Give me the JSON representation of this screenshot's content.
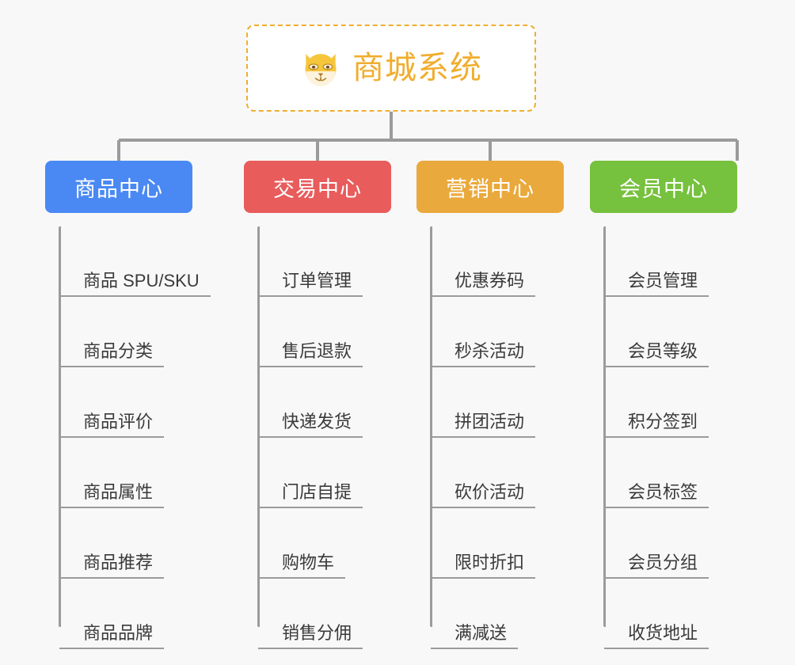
{
  "canvas": {
    "background_color": "#f8f8f8",
    "line_color": "#9b9b9b"
  },
  "root": {
    "title": "商城系统",
    "icon": "shiba-dog-face-icon",
    "text_color": "#f0ad2e",
    "border_color": "#f0ad2e",
    "background_color": "#ffffff"
  },
  "branches": [
    {
      "id": "product-center",
      "label": "商品中心",
      "color": "#4a89f3",
      "items": [
        "商品 SPU/SKU",
        "商品分类",
        "商品评价",
        "商品属性",
        "商品推荐",
        "商品品牌"
      ]
    },
    {
      "id": "trade-center",
      "label": "交易中心",
      "color": "#e85c5c",
      "items": [
        "订单管理",
        "售后退款",
        "快递发货",
        "门店自提",
        "购物车",
        "销售分佣"
      ]
    },
    {
      "id": "marketing-center",
      "label": "营销中心",
      "color": "#eaa93c",
      "items": [
        "优惠券码",
        "秒杀活动",
        "拼团活动",
        "砍价活动",
        "限时折扣",
        "满减送"
      ]
    },
    {
      "id": "member-center",
      "label": "会员中心",
      "color": "#76c13d",
      "items": [
        "会员管理",
        "会员等级",
        "积分签到",
        "会员标签",
        "会员分组",
        "收货地址"
      ]
    }
  ]
}
